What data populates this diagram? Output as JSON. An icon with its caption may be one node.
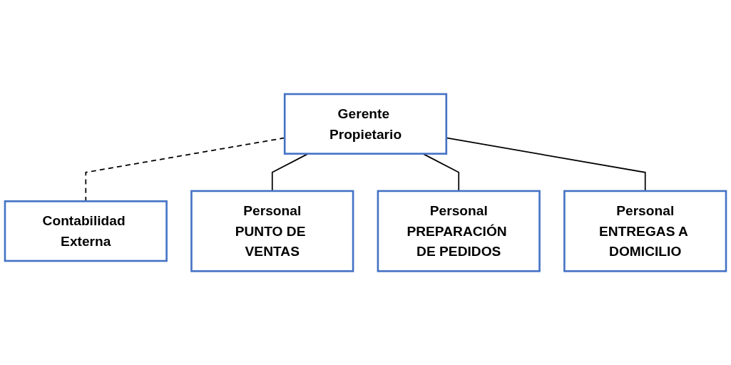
{
  "diagram": {
    "nodes": [
      {
        "text": [
          "Gerente Propietario"
        ]
      },
      {
        "text": [
          "Contabilidad Externa"
        ]
      },
      {
        "text": [
          "Personal",
          "PUNTO DE VENTAS"
        ]
      },
      {
        "text": [
          "Personal",
          "PREPARACIÓN DE PEDIDOS"
        ]
      },
      {
        "text": [
          "Personal",
          "ENTREGAS A DOMICILIO"
        ]
      }
    ],
    "edges": [
      {
        "from": 0,
        "to": 1,
        "arrow": "none",
        "style": "dashed"
      },
      {
        "from": 0,
        "to": 2,
        "arrow": "none"
      },
      {
        "from": 0,
        "to": 3,
        "arrow": "none"
      },
      {
        "from": 0,
        "to": 4,
        "arrow": "none"
      }
    ]
  }
}
